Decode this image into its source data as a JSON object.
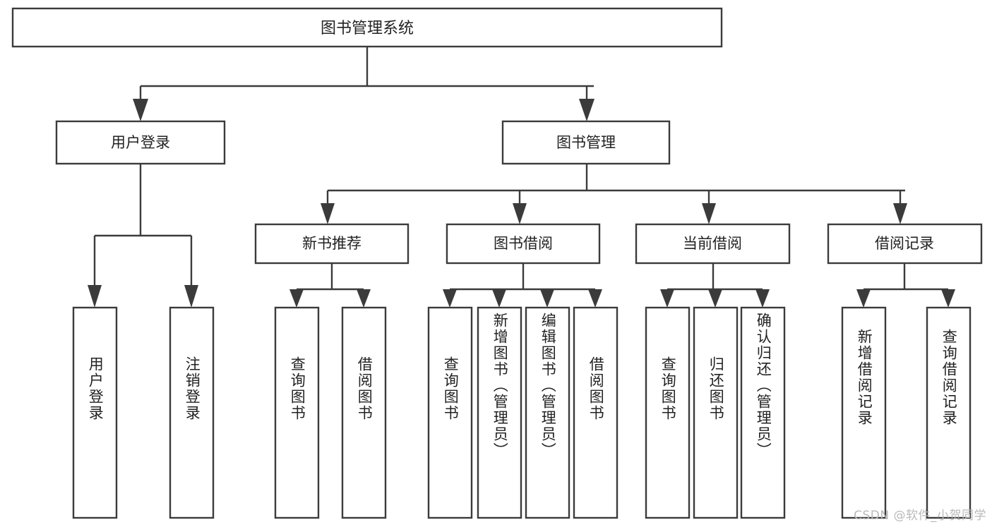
{
  "diagram": {
    "type": "tree-hierarchy",
    "orientation": "top-down",
    "root": {
      "id": "root",
      "label": "图书管理系统"
    },
    "level2": [
      {
        "id": "user-login",
        "label": "用户登录"
      },
      {
        "id": "book-manage",
        "label": "图书管理"
      }
    ],
    "level3": [
      {
        "id": "new-book-recommend",
        "label": "新书推荐",
        "parent": "book-manage"
      },
      {
        "id": "book-borrow",
        "label": "图书借阅",
        "parent": "book-manage"
      },
      {
        "id": "current-borrow",
        "label": "当前借阅",
        "parent": "book-manage"
      },
      {
        "id": "borrow-record",
        "label": "借阅记录",
        "parent": "book-manage"
      }
    ],
    "leaves": {
      "user-login": [
        {
          "id": "leaf-user-login",
          "label": "用户登录"
        },
        {
          "id": "leaf-logout-login",
          "label": "注销登录"
        }
      ],
      "new-book-recommend": [
        {
          "id": "leaf-query-book-1",
          "label": "查询图书"
        },
        {
          "id": "leaf-borrow-book-1",
          "label": "借阅图书"
        }
      ],
      "book-borrow": [
        {
          "id": "leaf-query-book-2",
          "label": "查询图书"
        },
        {
          "id": "leaf-add-book",
          "label": "新增图书（管理员）"
        },
        {
          "id": "leaf-edit-book",
          "label": "编辑图书（管理员）"
        },
        {
          "id": "leaf-borrow-book-2",
          "label": "借阅图书"
        }
      ],
      "current-borrow": [
        {
          "id": "leaf-query-book-3",
          "label": "查询图书"
        },
        {
          "id": "leaf-return-book",
          "label": "归还图书"
        },
        {
          "id": "leaf-confirm-return",
          "label": "确认归还（管理员）"
        }
      ],
      "borrow-record": [
        {
          "id": "leaf-add-record",
          "label": "新增借阅记录"
        },
        {
          "id": "leaf-query-record",
          "label": "查询借阅记录"
        }
      ]
    }
  },
  "watermark": {
    "text": "CSDN @软件_小贺同学"
  },
  "colors": {
    "stroke": "#3b3b3b",
    "fill": "#ffffff",
    "text": "#222222",
    "watermark": "#b9b9b9"
  }
}
